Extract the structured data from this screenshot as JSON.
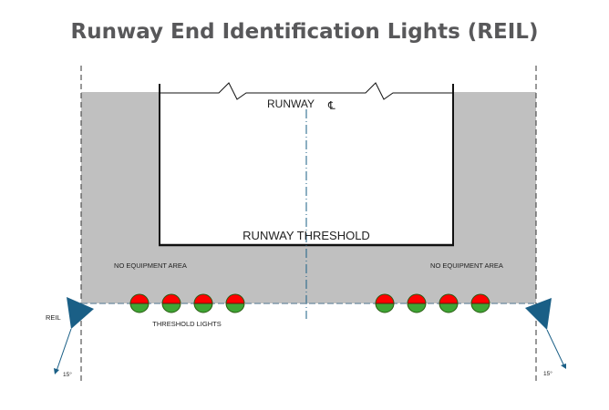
{
  "title": "Runway End Identification Lights (REIL)",
  "labels": {
    "runway_centerline": "RUNWAY",
    "centerline_symbol": "℄",
    "runway_threshold": "RUNWAY THRESHOLD",
    "no_equipment_left": "NO EQUIPMENT AREA",
    "no_equipment_right": "NO EQUIPMENT AREA",
    "threshold_lights": "THRESHOLD LIGHTS",
    "reil": "REIL",
    "angle_left": "15°",
    "angle_right": "15°"
  },
  "threshold_lights": {
    "left_count": 4,
    "right_count": 4,
    "top_color": "#ff0000",
    "bottom_color": "#3fa535",
    "outline_color": "#2b5a12"
  },
  "colors": {
    "area_fill": "#c0c0c0",
    "reil_fill": "#1a5f86",
    "title": "#58585a"
  }
}
